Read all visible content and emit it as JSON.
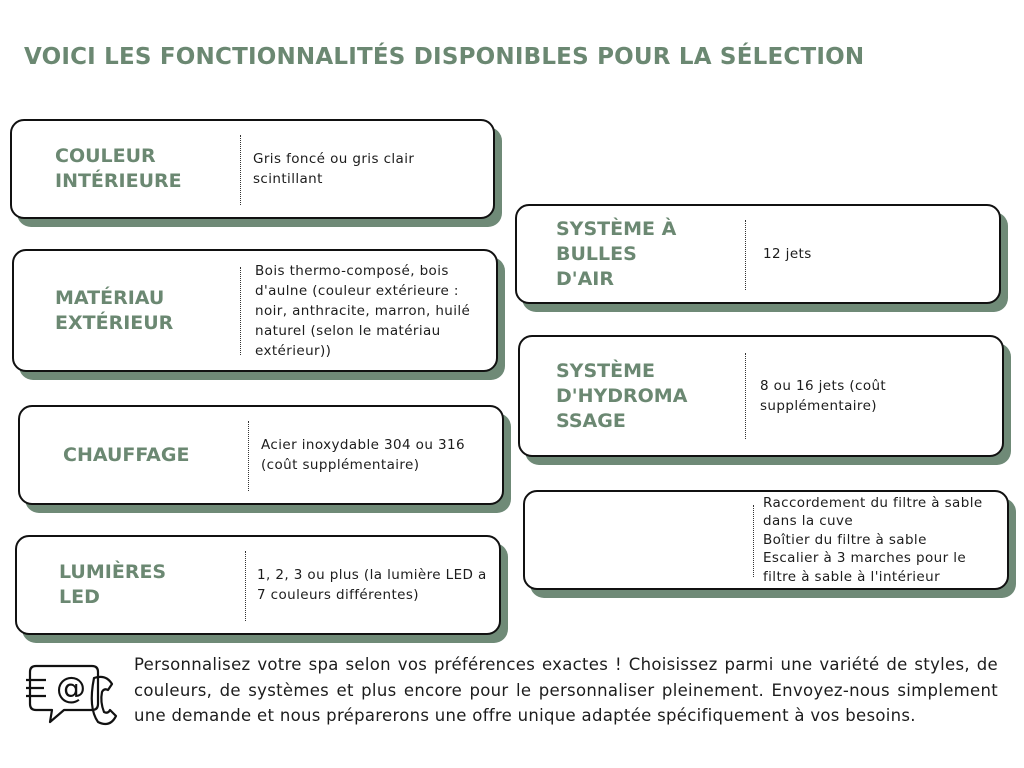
{
  "title": "VOICI LES FONCTIONNALITÉS DISPONIBLES POUR LA SÉLECTION",
  "colors": {
    "accent": "#6b8872",
    "shadow": "#6f8a77",
    "border": "#111111"
  },
  "features": [
    {
      "label": "COULEUR\nINTÉRIEURE",
      "value": "Gris foncé ou gris clair scintillant"
    },
    {
      "label": "MATÉRIAU\nEXTÉRIEUR",
      "value": "Bois thermo-composé, bois d'aulne (couleur extérieure : noir, anthracite, marron, huilé naturel (selon le matériau extérieur))"
    },
    {
      "label": "CHAUFFAGE",
      "value": "Acier inoxydable 304 ou 316 (coût supplémentaire)"
    },
    {
      "label": "LUMIÈRES\nLED",
      "value": "1, 2, 3 ou plus (la lumière LED a 7 couleurs différentes)"
    },
    {
      "label": "SYSTÈME À\nBULLES\nD'AIR",
      "value": "12 jets"
    },
    {
      "label": "SYSTÈME\nD'HYDROMA\nSSAGE",
      "value": "8 ou 16 jets (coût supplémentaire)"
    },
    {
      "label": "",
      "values": [
        "Raccordement du filtre à sable dans la cuve",
        "Boîtier du filtre à sable",
        "Escalier à 3 marches pour le filtre à sable à l'intérieur"
      ]
    }
  ],
  "footer": {
    "icon": "email-phone-icon",
    "text": "Personnalisez votre spa selon vos préférences exactes ! Choisissez parmi une variété de styles, de couleurs, de systèmes et plus encore pour le personnaliser pleinement. Envoyez-nous simplement une demande et nous préparerons une offre unique adaptée spécifiquement à vos besoins."
  }
}
